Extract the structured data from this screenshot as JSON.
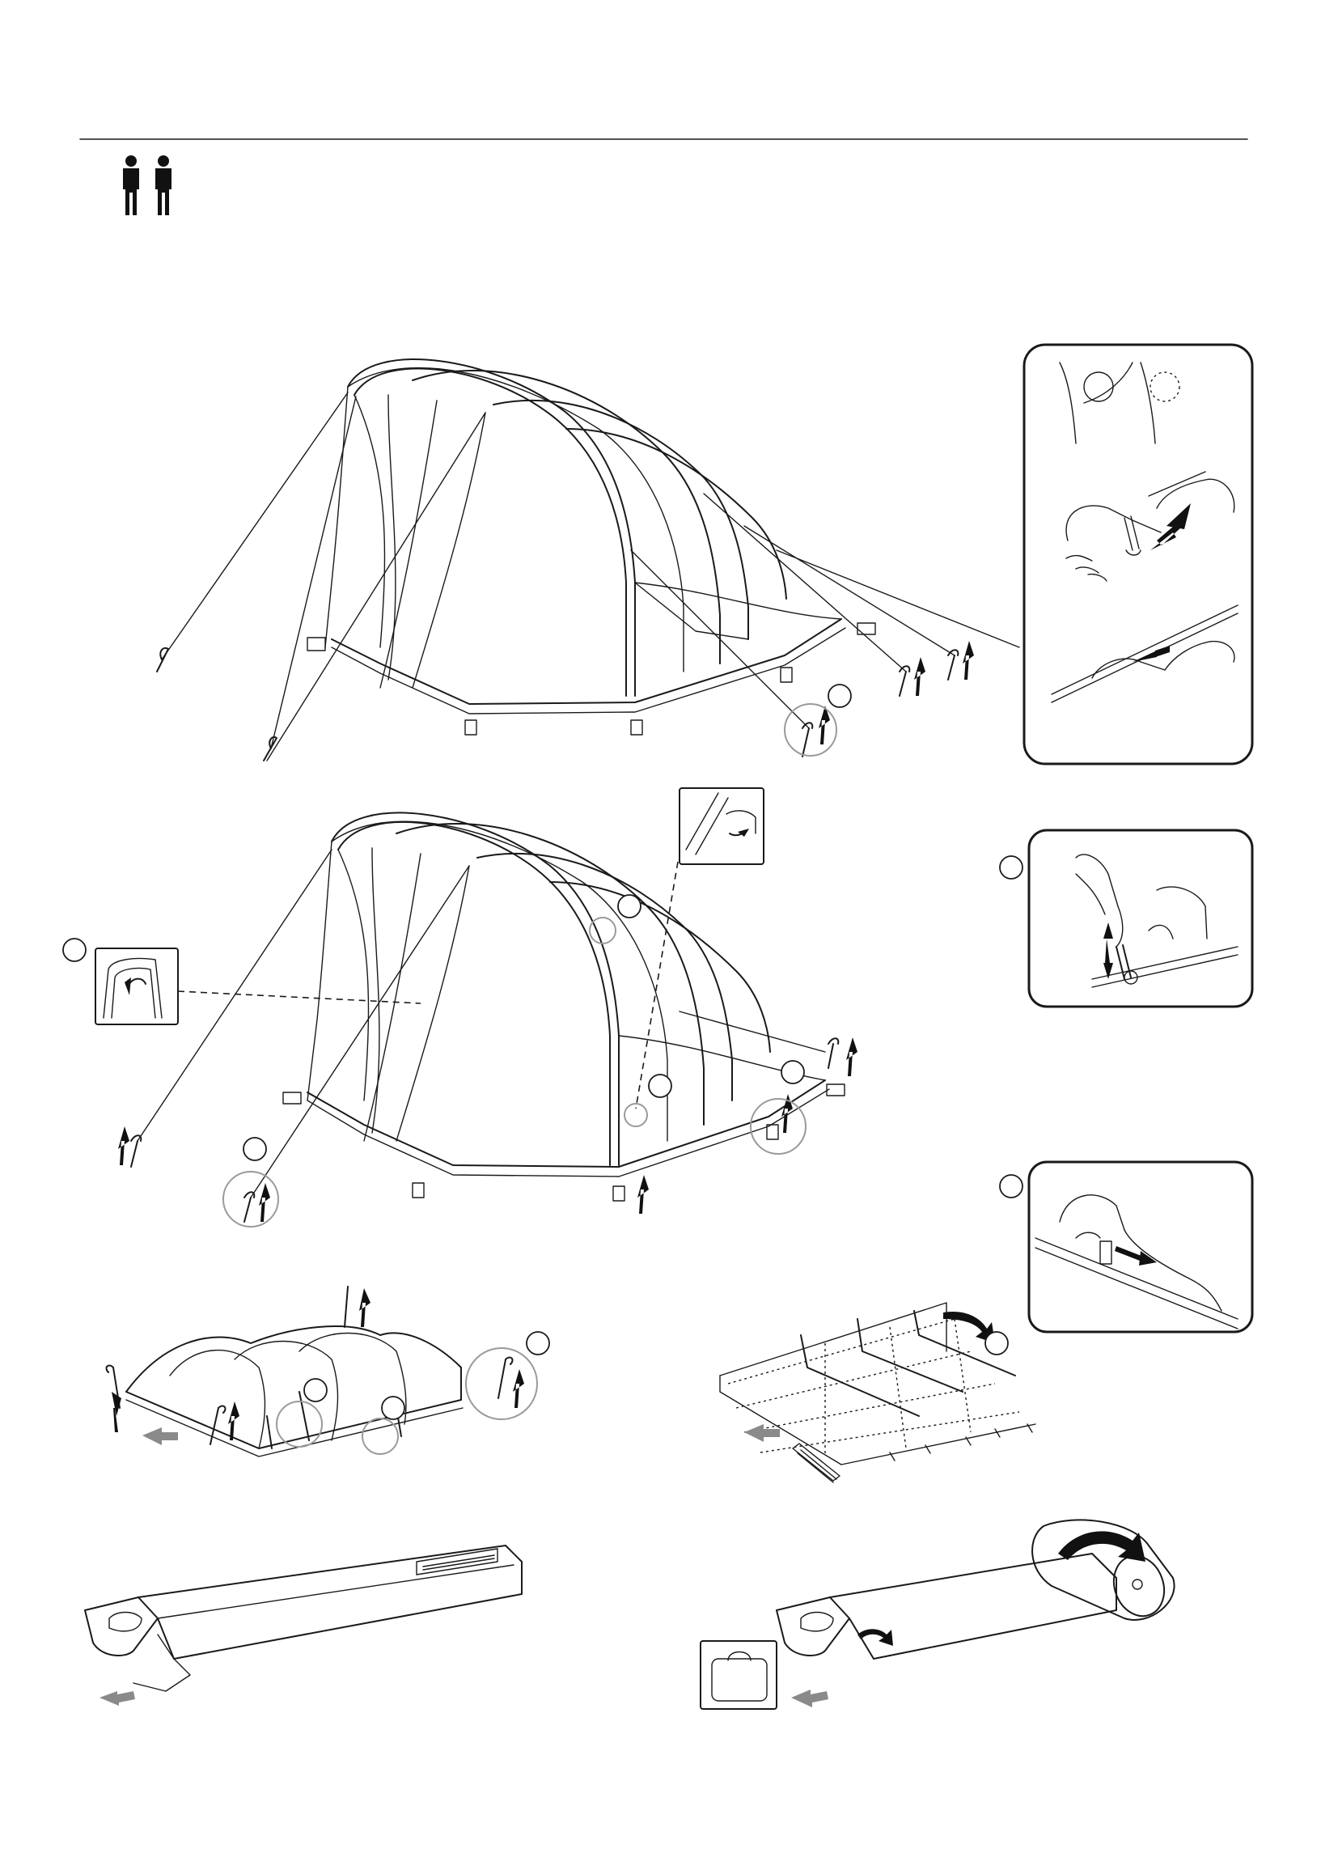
{
  "page": {
    "header_rule": true,
    "people_required": 2
  },
  "steps": [
    {
      "id": "tent-unpitch-guylines",
      "callouts": 1
    },
    {
      "id": "tent-remove-pegs-and-poles",
      "callouts": 4
    },
    {
      "id": "tent-collapse",
      "callouts": 3
    },
    {
      "id": "tent-fold-flysheet",
      "callouts": 1
    },
    {
      "id": "pack-sack",
      "callouts": 0
    },
    {
      "id": "roll-tent-into-bag",
      "callouts": 0
    }
  ],
  "detail_panels": [
    {
      "id": "pole-disconnect",
      "icon": "hand-pole-icon"
    },
    {
      "id": "pole-fold",
      "icon": "hand-fold-icon"
    },
    {
      "id": "pole-slide",
      "icon": "hand-slide-icon"
    }
  ],
  "colors": {
    "line": "#1a1a1a",
    "arrow_gray": "#8a8a8a",
    "background": "#ffffff"
  }
}
